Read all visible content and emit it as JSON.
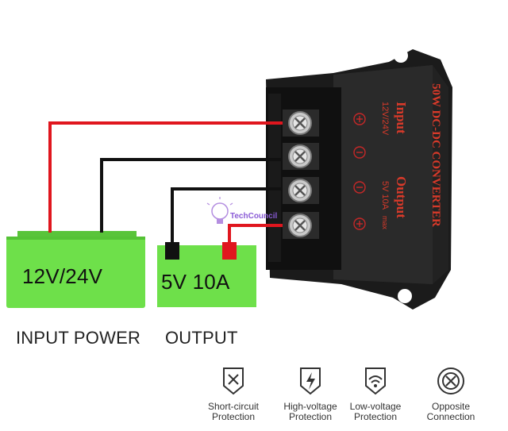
{
  "battery": {
    "label": "12V/24V",
    "caption": "INPUT POWER",
    "color": "#6ee04a"
  },
  "output_box": {
    "label": "5V 10A",
    "caption": "OUTPUT",
    "color": "#6ee04a"
  },
  "converter": {
    "title": "50W DC-DC CONVERTER",
    "input_label": "Input",
    "input_spec": "12V/24V",
    "output_label": "Output",
    "output_spec": "5V 10A",
    "output_max": "max"
  },
  "watermark": "TechCouncil",
  "wires": {
    "positive_color": "#e0161e",
    "negative_color": "#111111"
  },
  "features": [
    {
      "icon": "short-circuit-icon",
      "line1": "Short-circuit",
      "line2": "Protection"
    },
    {
      "icon": "high-voltage-icon",
      "line1": "High-voltage",
      "line2": "Protection"
    },
    {
      "icon": "low-voltage-icon",
      "line1": "Low-voltage",
      "line2": "Protection"
    },
    {
      "icon": "opposite-connection-icon",
      "line1": "Opposite",
      "line2": "Connection"
    }
  ]
}
